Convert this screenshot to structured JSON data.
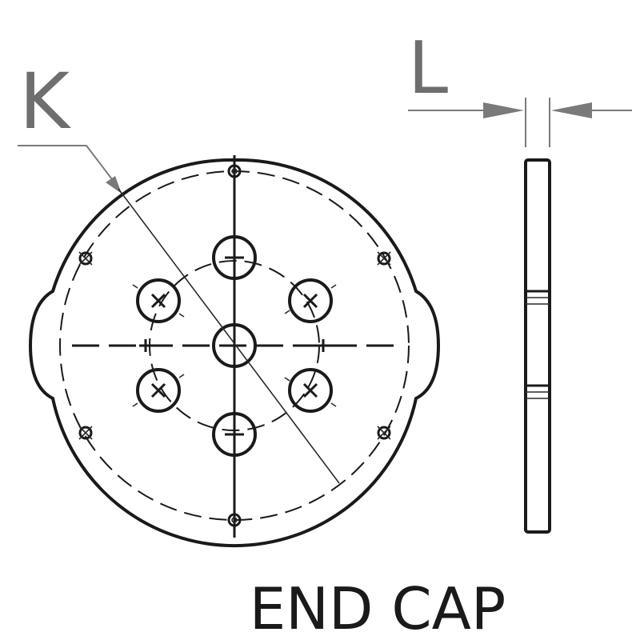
{
  "title": "END CAP",
  "callouts": {
    "k": "K",
    "l": "L"
  },
  "colors": {
    "line": "#1a1a1a",
    "dimension": "#7a7a7a"
  }
}
